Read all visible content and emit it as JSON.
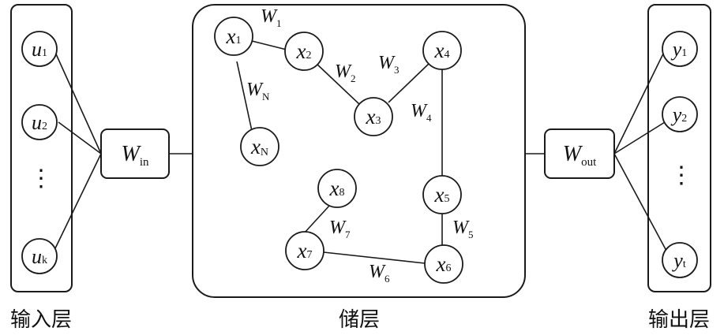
{
  "layers": {
    "input": "输入层",
    "reservoir": "储层",
    "output": "输出层"
  },
  "inputs": [
    {
      "main": "u",
      "sub": "1"
    },
    {
      "main": "u",
      "sub": "2"
    },
    {
      "main": "u",
      "sub": "k"
    }
  ],
  "outputs": [
    {
      "main": "y",
      "sub": "1"
    },
    {
      "main": "y",
      "sub": "2"
    },
    {
      "main": "y",
      "sub": "t"
    }
  ],
  "ellipsis": "⋮",
  "w_in": {
    "main": "W",
    "sub": "in"
  },
  "w_out": {
    "main": "W",
    "sub": "out"
  },
  "nodes": [
    {
      "main": "x",
      "sub": "1"
    },
    {
      "main": "x",
      "sub": "2"
    },
    {
      "main": "x",
      "sub": "3"
    },
    {
      "main": "x",
      "sub": "4"
    },
    {
      "main": "x",
      "sub": "5"
    },
    {
      "main": "x",
      "sub": "6"
    },
    {
      "main": "x",
      "sub": "7"
    },
    {
      "main": "x",
      "sub": "8"
    },
    {
      "main": "x",
      "sub": "N"
    }
  ],
  "weights": [
    {
      "main": "W",
      "sub": "1"
    },
    {
      "main": "W",
      "sub": "2"
    },
    {
      "main": "W",
      "sub": "3"
    },
    {
      "main": "W",
      "sub": "4"
    },
    {
      "main": "W",
      "sub": "5"
    },
    {
      "main": "W",
      "sub": "6"
    },
    {
      "main": "W",
      "sub": "7"
    },
    {
      "main": "W",
      "sub": "N"
    }
  ]
}
